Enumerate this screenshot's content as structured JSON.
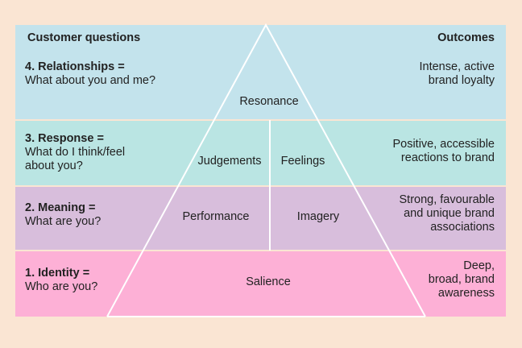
{
  "headers": {
    "left": "Customer questions",
    "right": "Outcomes"
  },
  "levels": [
    {
      "title": "4. Relationships =",
      "question": "What about you and me?",
      "blocks": [
        "Resonance"
      ],
      "outcome": [
        "Intense, active",
        "brand loyalty"
      ]
    },
    {
      "title": "3. Response =",
      "question": [
        "What do I think/feel",
        "about you?"
      ],
      "blocks": [
        "Judgements",
        "Feelings"
      ],
      "outcome": [
        "Positive, accessible",
        "reactions to brand"
      ]
    },
    {
      "title": "2. Meaning =",
      "question": "What are you?",
      "blocks": [
        "Performance",
        "Imagery"
      ],
      "outcome": [
        "Strong, favourable",
        "and unique brand",
        "associations"
      ]
    },
    {
      "title": "1. Identity =",
      "question": "Who are you?",
      "blocks": [
        "Salience"
      ],
      "outcome": [
        "Deep,",
        "broad, brand",
        "awareness"
      ]
    }
  ],
  "colors": {
    "background": "#fae5d3",
    "relationships": "#c3e3ec",
    "response": "#bae5e3",
    "meaning": "#d8bedc",
    "identity": "#fdb0d6",
    "lines": "#ffffff"
  }
}
